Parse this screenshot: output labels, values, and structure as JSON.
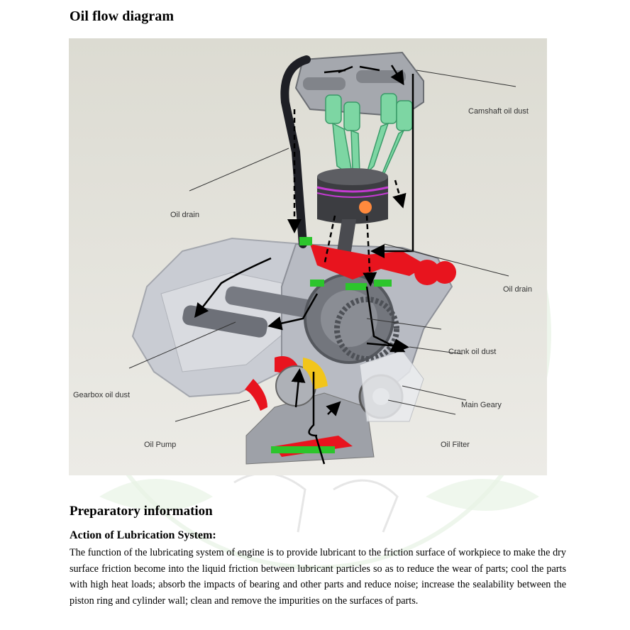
{
  "page": {
    "title": "Oil flow diagram",
    "section_heading": "Preparatory information",
    "subheading": "Action of Lubrication System:",
    "paragraph": "The function of the lubricating system of engine is to provide lubricant to the friction surface of workpiece to make the dry surface friction become into the liquid friction between lubricant particles so as to reduce the wear of parts; cool the parts with high heat loads; absorb the impacts of bearing and other parts and reduce noise; increase the sealability between the piston ring and cylinder wall; clean and remove the impurities on the surfaces of parts."
  },
  "diagram": {
    "labels": {
      "camshaft": "Camshaft oil dust",
      "oil_drain_left": "Oil drain",
      "oil_drain_right": "Oil drain",
      "crank": "Crank oil dust",
      "gearbox": "Gearbox oil dust",
      "main_gear": "Main Geary",
      "oil_pump": "Oil Pump",
      "oil_filter": "Oil Filter"
    },
    "colors": {
      "background": "#e4e3db",
      "piston_part": "#7dd6a3",
      "oil_channel": "#e8141e",
      "seal": "#2cc52c",
      "flow_arrow": "#000000"
    }
  }
}
